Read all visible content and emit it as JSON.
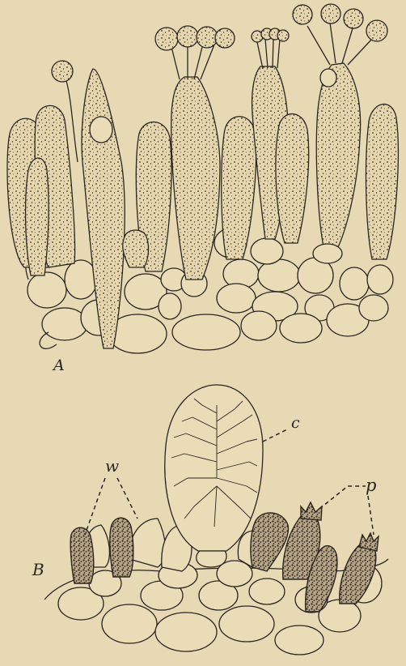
{
  "figure": {
    "panel_a": {
      "label": "A"
    },
    "panel_b": {
      "label": "B",
      "annotations": [
        {
          "key": "w",
          "text": "w"
        },
        {
          "key": "c",
          "text": "c"
        },
        {
          "key": "p",
          "text": "p"
        }
      ]
    }
  },
  "colors": {
    "paper": "#e8d9b5",
    "ink": "#2a2520"
  }
}
